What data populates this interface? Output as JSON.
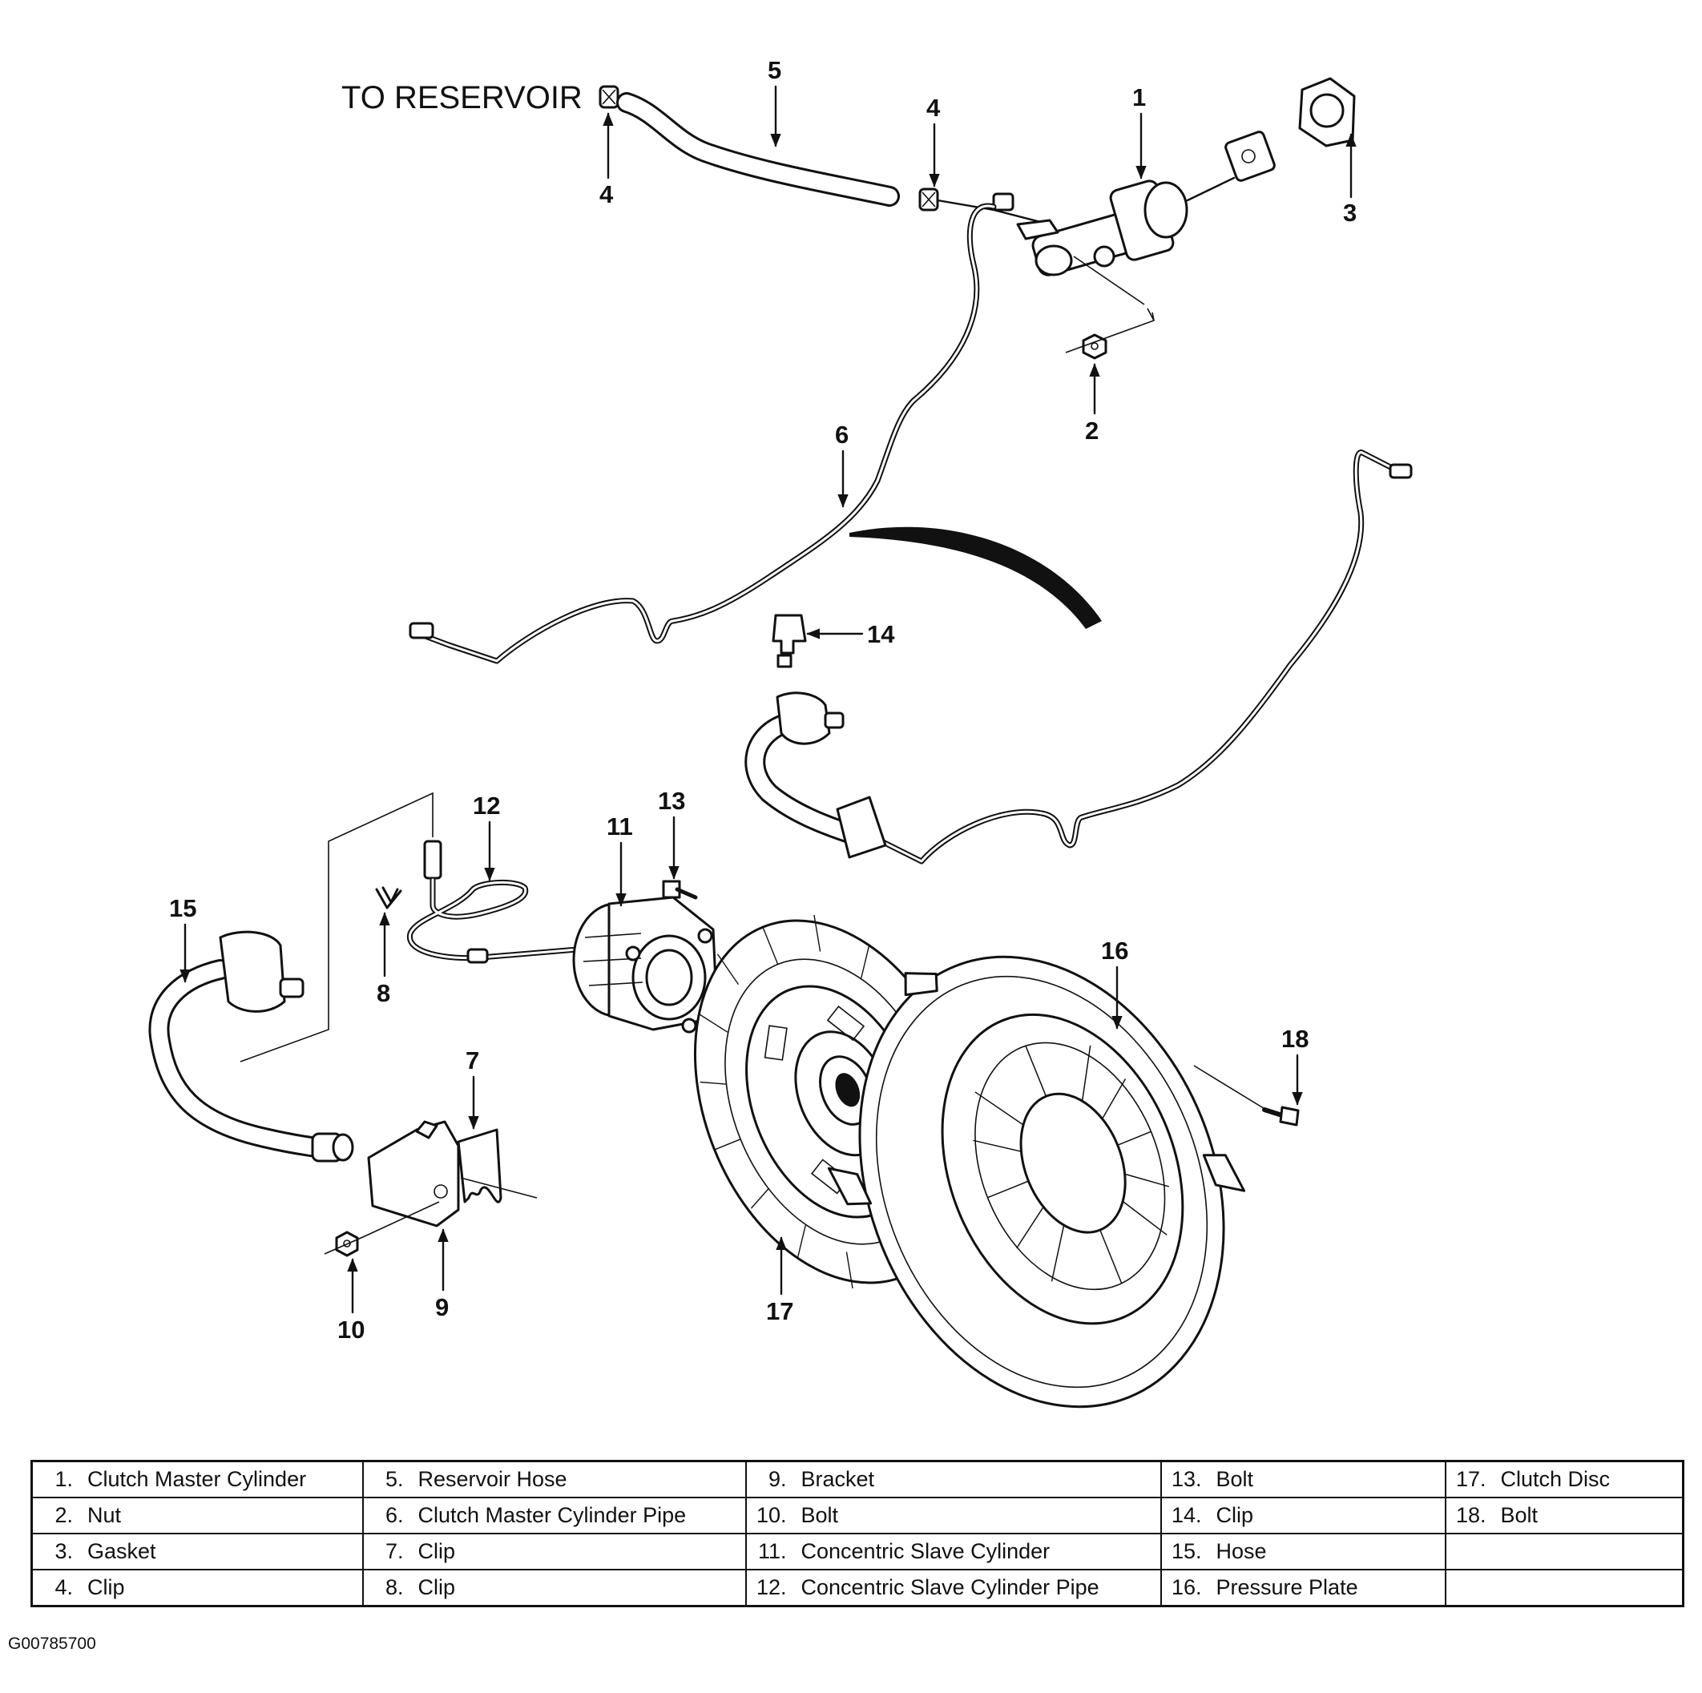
{
  "diagram": {
    "reservoir_label": "TO RESERVOIR",
    "callouts": [
      "1",
      "2",
      "3",
      "4",
      "4",
      "5",
      "6",
      "7",
      "8",
      "9",
      "10",
      "11",
      "12",
      "13",
      "14",
      "15",
      "16",
      "17",
      "18"
    ]
  },
  "legend": {
    "rows": [
      [
        {
          "num": "1.",
          "text": "Clutch Master Cylinder"
        },
        {
          "num": "5.",
          "text": "Reservoir Hose"
        },
        {
          "num": "9.",
          "text": "Bracket"
        },
        {
          "num": "13.",
          "text": "Bolt"
        },
        {
          "num": "17.",
          "text": "Clutch Disc"
        }
      ],
      [
        {
          "num": "2.",
          "text": "Nut"
        },
        {
          "num": "6.",
          "text": "Clutch Master Cylinder Pipe"
        },
        {
          "num": "10.",
          "text": "Bolt"
        },
        {
          "num": "14.",
          "text": "Clip"
        },
        {
          "num": "18.",
          "text": "Bolt"
        }
      ],
      [
        {
          "num": "3.",
          "text": "Gasket"
        },
        {
          "num": "7.",
          "text": "Clip"
        },
        {
          "num": "11.",
          "text": "Concentric Slave Cylinder"
        },
        {
          "num": "15.",
          "text": "Hose"
        },
        {
          "num": "",
          "text": ""
        }
      ],
      [
        {
          "num": "4.",
          "text": "Clip"
        },
        {
          "num": "8.",
          "text": "Clip"
        },
        {
          "num": "12.",
          "text": "Concentric Slave Cylinder Pipe"
        },
        {
          "num": "16.",
          "text": "Pressure Plate"
        },
        {
          "num": "",
          "text": ""
        }
      ]
    ]
  },
  "figure_code": "G00785700"
}
